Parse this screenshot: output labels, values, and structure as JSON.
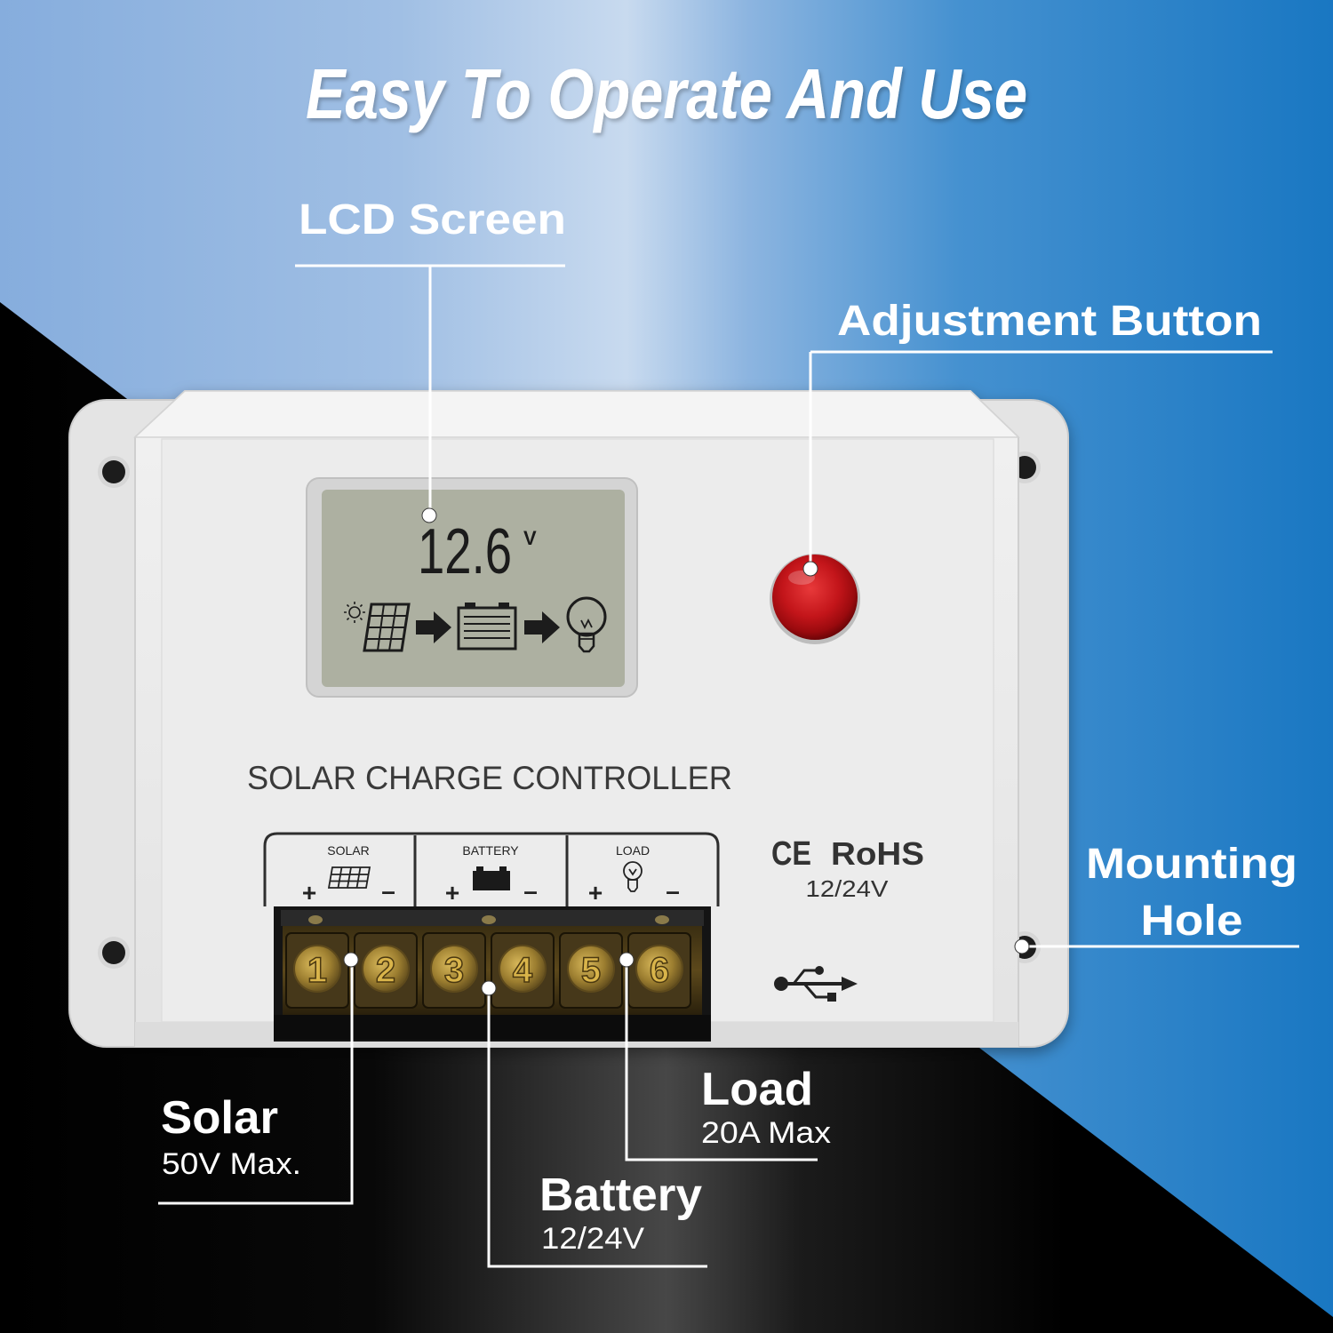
{
  "title": "Easy To Operate And Use",
  "callouts": {
    "lcd_screen": {
      "label": "LCD Screen"
    },
    "adjustment_button": {
      "label": "Adjustment Button"
    },
    "mounting_hole": {
      "line1": "Mounting",
      "line2": "Hole"
    },
    "solar": {
      "label": "Solar",
      "spec": "50V Max."
    },
    "battery": {
      "label": "Battery",
      "spec": "12/24V"
    },
    "load": {
      "label": "Load",
      "spec": "20A Max"
    }
  },
  "device": {
    "lcd": {
      "reading": "12.6",
      "unit": "V",
      "icons": [
        "sun-icon",
        "solar-panel-icon",
        "arrow-right-icon",
        "battery-icon",
        "arrow-right-icon",
        "bulb-icon"
      ]
    },
    "name": "SOLAR CHARGE CONTROLLER",
    "terminals": {
      "groups": [
        {
          "label": "SOLAR",
          "icon": "solar-panel-icon",
          "plus": "+",
          "minus": "–"
        },
        {
          "label": "BATTERY",
          "icon": "battery-icon",
          "plus": "+",
          "minus": "–"
        },
        {
          "label": "LOAD",
          "icon": "bulb-icon",
          "plus": "+",
          "minus": "–"
        }
      ],
      "numbers": [
        "1",
        "2",
        "3",
        "4",
        "5",
        "6"
      ]
    },
    "certifications": {
      "ce": "CE",
      "rohs": "RoHS",
      "voltage": "12/24V"
    },
    "usb_icon": "usb-icon"
  },
  "colors": {
    "sky_blue": "#1977c2",
    "button_red": "#c3151a",
    "lcd_background": "#adb0a1",
    "label_text": "#ffffff",
    "terminal_gold": "#d9b44a"
  }
}
